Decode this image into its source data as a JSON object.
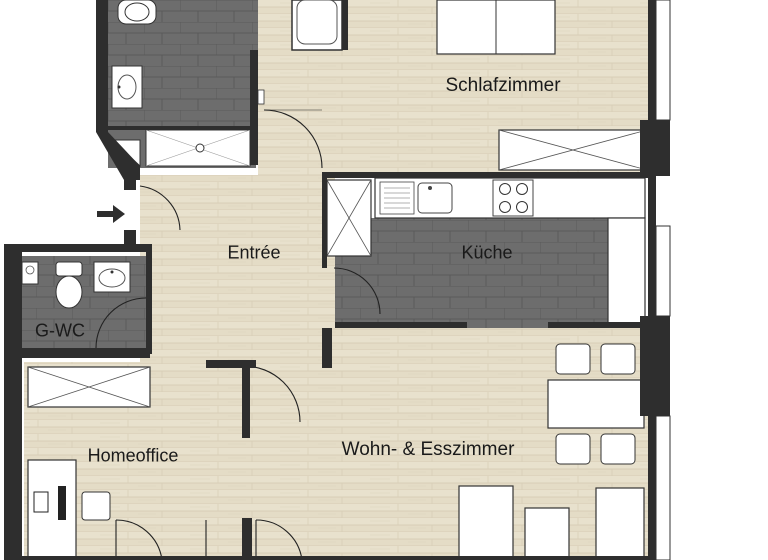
{
  "floorplan": {
    "rooms": {
      "schlafzimmer": "Schlafzimmer",
      "entree": "Entrée",
      "kueche": "Küche",
      "gwc": "G-WC",
      "homeoffice": "Homeoffice",
      "wohn_esszimmer": "Wohn- & Esszimmer"
    },
    "icons": [
      "entry-arrow-icon"
    ],
    "colors": {
      "wall": "#2e2e2e",
      "wood_floor": "#e4dcc6",
      "tile_floor": "#6d6d6d",
      "fixture": "#ffffff"
    }
  }
}
